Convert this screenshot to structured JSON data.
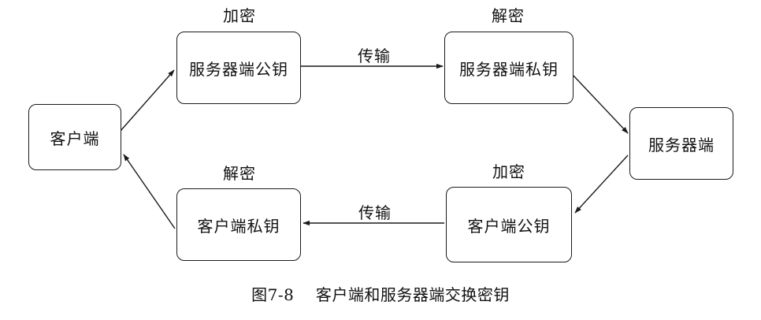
{
  "nodes": {
    "client": "客户端",
    "server_pubkey": "服务器端公钥",
    "server_privkey": "服务器端私钥",
    "server": "服务器端",
    "client_pubkey": "客户端公钥",
    "client_privkey": "客户端私钥"
  },
  "labels": {
    "encrypt_top": "加密",
    "decrypt_top": "解密",
    "transmit_top": "传输",
    "encrypt_bottom": "加密",
    "decrypt_bottom": "解密",
    "transmit_bottom": "传输"
  },
  "caption": {
    "number": "图7-8",
    "text": "客户端和服务器端交换密钥"
  }
}
